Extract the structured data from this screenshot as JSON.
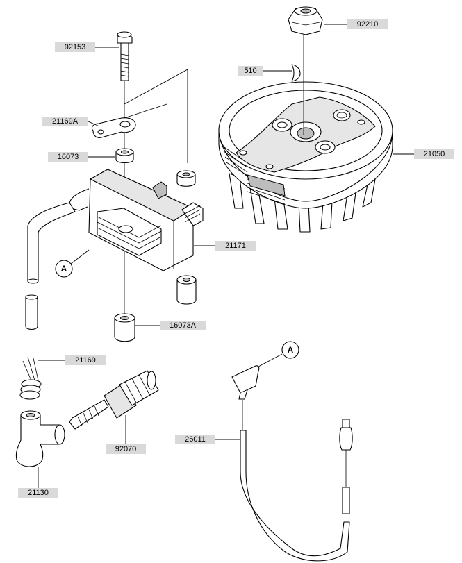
{
  "labels": {
    "p92210": "92210",
    "p92153": "92153",
    "p510": "510",
    "p21169A": "21169A",
    "p16073": "16073",
    "p21050": "21050",
    "p21171": "21171",
    "p16073A": "16073A",
    "p21169": "21169",
    "p92070": "92070",
    "p26011": "26011",
    "p21130": "21130"
  },
  "callouts": {
    "a1": "A",
    "a2": "A"
  }
}
